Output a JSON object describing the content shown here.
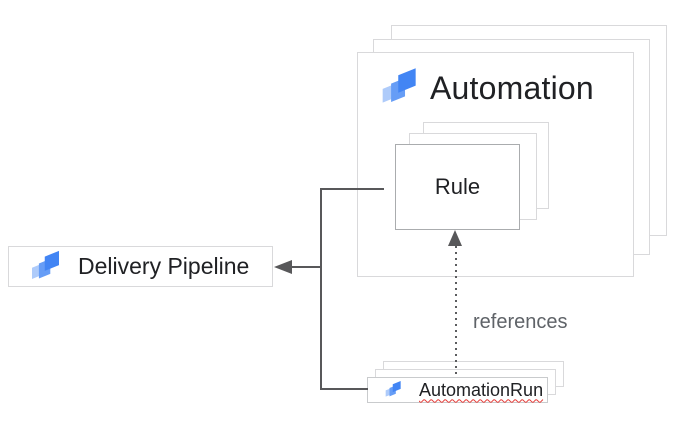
{
  "nodes": {
    "automation": {
      "label": "Automation",
      "stacked": true
    },
    "rule": {
      "label": "Rule",
      "stacked": true
    },
    "delivery_pipeline": {
      "label": "Delivery Pipeline",
      "stacked": false
    },
    "automation_run": {
      "label": "AutomationRun",
      "stacked": true,
      "misspelled_underline": true
    }
  },
  "edges": {
    "automation_run_to_rule": {
      "label": "references",
      "style": "dotted",
      "arrow": "up-into-rule"
    },
    "to_delivery_pipeline": {
      "label": "",
      "style": "solid",
      "arrow": "left-into-delivery-pipeline"
    }
  },
  "icons": {
    "cloud_deploy": {
      "name": "cloud-deploy-icon",
      "colors": {
        "light": "#aecbfa",
        "mid": "#669df6",
        "dark": "#4285f4"
      }
    }
  },
  "colors": {
    "background": "#ffffff",
    "connector": "#58585a",
    "box_border_light": "#d9d9db",
    "box_border_dark": "#aaacae",
    "text_primary": "#202124",
    "text_secondary": "#5f6368",
    "misspell_underline": "#e53935"
  }
}
